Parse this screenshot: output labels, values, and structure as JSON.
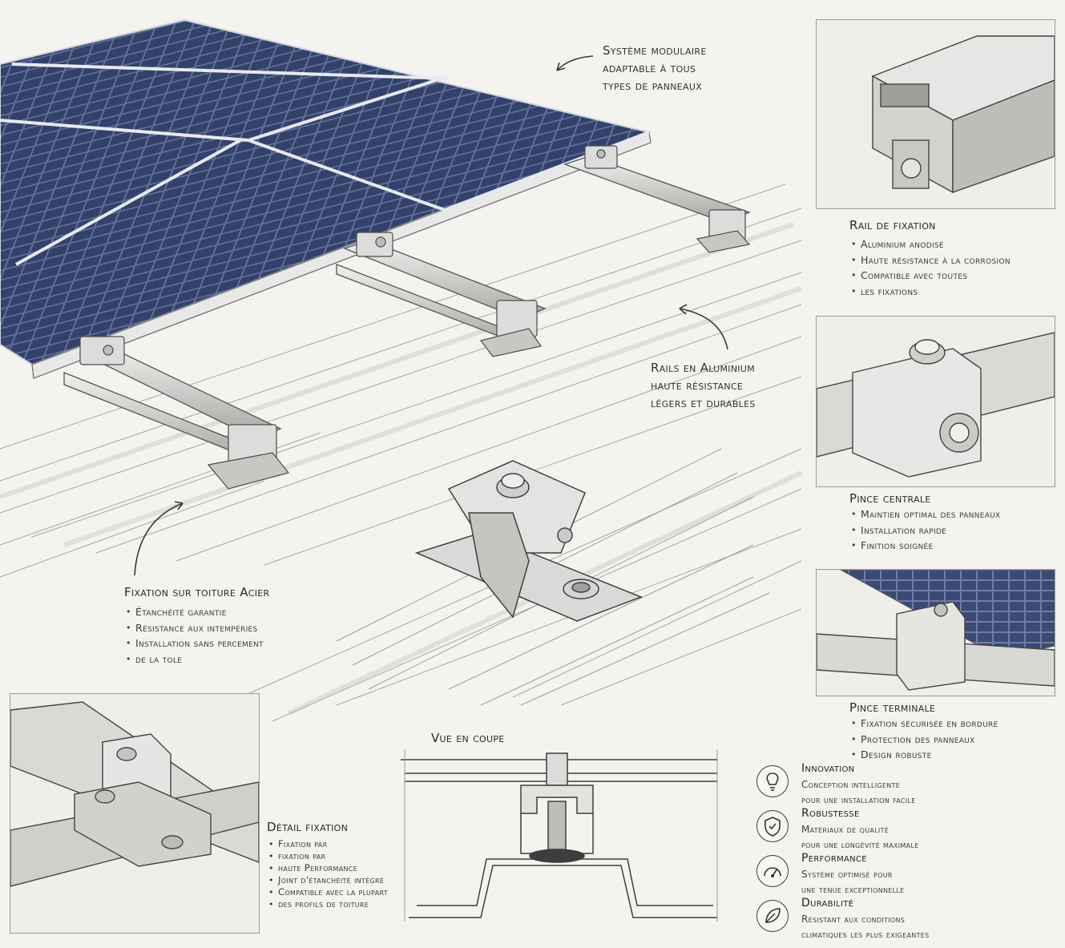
{
  "callouts": {
    "modular": [
      "Système modulaire",
      "adaptable à tous",
      "types de panneaux"
    ],
    "rails": [
      "Rails en Aluminium",
      "haute résistance",
      "légers et durables"
    ]
  },
  "roof_fixing": {
    "title": "Fixation sur toiture Acier",
    "items": [
      "Étanchéité garantie",
      "Résistance aux intempéries",
      "Installation sans percement",
      "de la tole"
    ]
  },
  "rail": {
    "title": "Rail de fixation",
    "items": [
      "Aluminium anodisé",
      "Haute résistance à la corrosion",
      "Compatible avec toutes",
      "les fixations"
    ]
  },
  "center_clamp": {
    "title": "Pince centrale",
    "items": [
      "Maintien optimal des panneaux",
      "Installation rapide",
      "Finition soignée"
    ]
  },
  "end_clamp": {
    "title": "Pince terminale",
    "items": [
      "Fixation sécurisée en bordure",
      "Protection des panneaux",
      "Design robuste"
    ]
  },
  "detail": {
    "title": "Détail fixation",
    "items": [
      "Fixation par",
      "fixation par",
      "haute Performance",
      "Joint d'étanchéité intégré",
      "Compatible avec la plupart",
      "des profils de toiture"
    ]
  },
  "section_view": {
    "title": "Vue en coupe"
  },
  "features": [
    {
      "icon": "lightbulb-icon",
      "title": "Innovation",
      "desc": [
        "Conception intelligente",
        "pour une installation facile"
      ]
    },
    {
      "icon": "shield-icon",
      "title": "Robustesse",
      "desc": [
        "Matériaux de qualité",
        "pour une longévité maximale"
      ]
    },
    {
      "icon": "gauge-icon",
      "title": "Performance",
      "desc": [
        "Système optimisé pour",
        "une tenue exceptionnelle"
      ]
    },
    {
      "icon": "leaf-icon",
      "title": "Durabilité",
      "desc": [
        "Résistant aux conditions",
        "climatiques les plus exigeantes"
      ]
    }
  ],
  "colors": {
    "panel_blue": "#2f3e66",
    "ink": "#2b2b2b",
    "paper": "#f4f3ef",
    "metal": "#c9c9c6"
  }
}
